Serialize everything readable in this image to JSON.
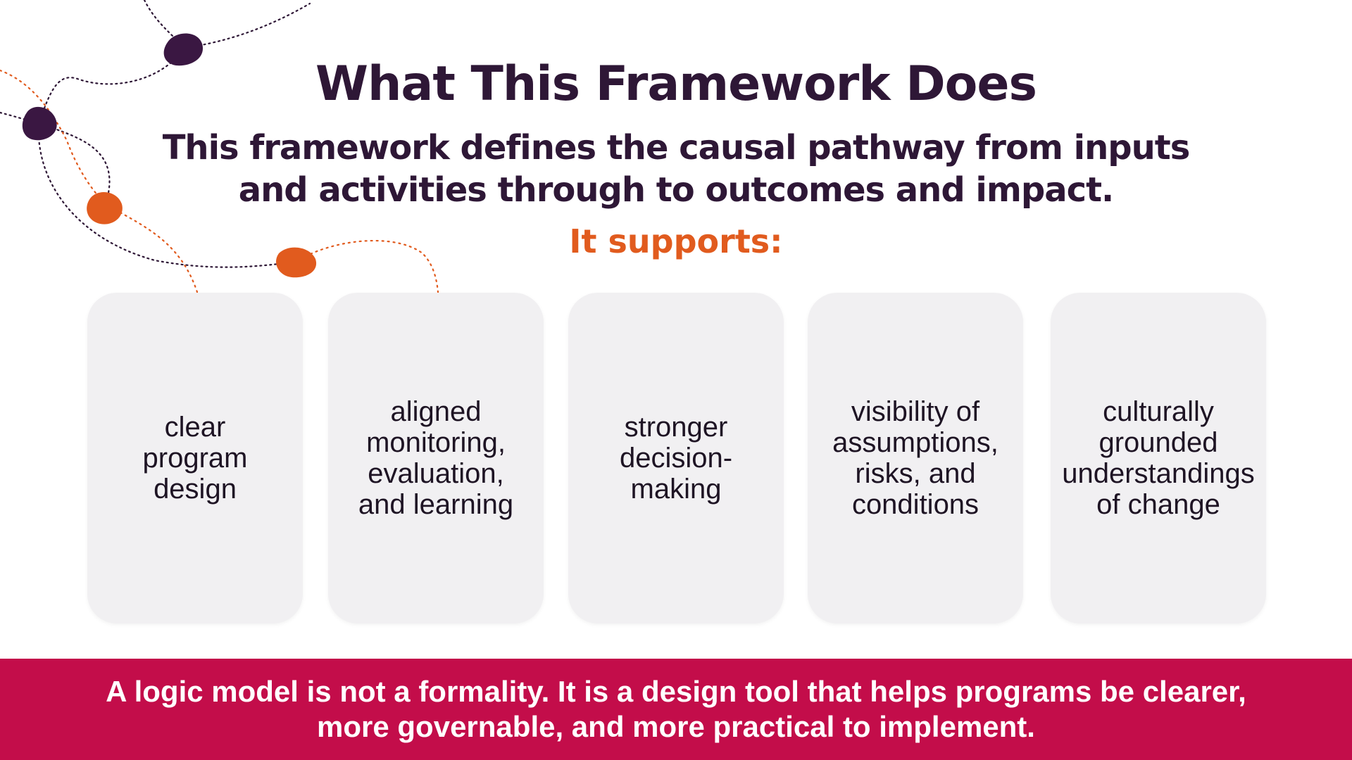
{
  "slide": {
    "title": "What This Framework Does",
    "subtitle": "This framework defines the causal pathway from inputs and activities through to outcomes and impact.",
    "supports_label": "It supports:",
    "cards": [
      {
        "text": "clear program design"
      },
      {
        "text": "aligned monitoring, evaluation, and learning"
      },
      {
        "text": "stronger decision-making"
      },
      {
        "text": "visibility of assumptions, risks, and conditions"
      },
      {
        "text": "culturally grounded understandings of change"
      }
    ],
    "banner": "A logic model is not a formality. It is a design tool that helps programs be clearer, more governable, and more practical to implement."
  },
  "colors": {
    "heading": "#2e1736",
    "accent_orange": "#e15b1e",
    "banner_bg": "#c30d4a",
    "card_bg": "#f1f0f2",
    "node_dark": "#3a1742"
  }
}
